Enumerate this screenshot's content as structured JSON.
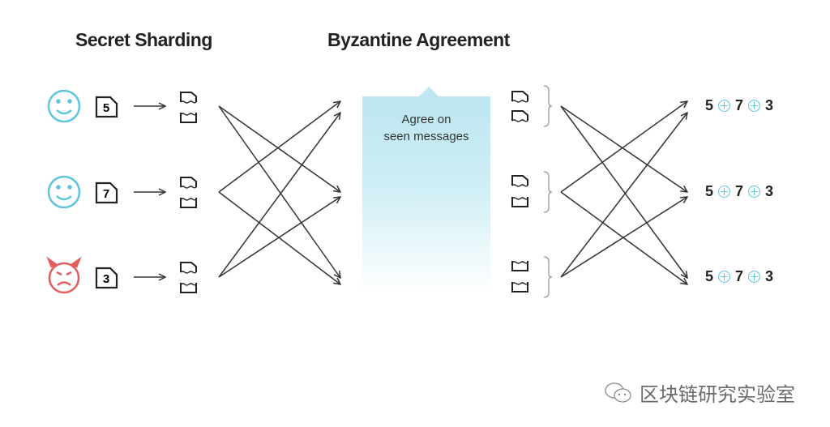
{
  "headers": {
    "secret_sharding": "Secret Sharding",
    "byzantine_agreement": "Byzantine Agreement"
  },
  "participants": [
    {
      "role": "honest",
      "face_icon": "smiley-face-icon",
      "secret": "5",
      "color": "#5ec6dc"
    },
    {
      "role": "honest",
      "face_icon": "smiley-face-icon",
      "secret": "7",
      "color": "#5ec6dc"
    },
    {
      "role": "malicious",
      "face_icon": "devil-face-icon",
      "secret": "3",
      "color": "#e35d5d"
    }
  ],
  "agreement_box": {
    "line1": "Agree on",
    "line2": "seen messages",
    "color": "#bde6f0"
  },
  "results": [
    {
      "a": "5",
      "b": "7",
      "c": "3"
    },
    {
      "a": "5",
      "b": "7",
      "c": "3"
    },
    {
      "a": "5",
      "b": "7",
      "c": "3"
    }
  ],
  "operator_icon": "circled-plus-icon",
  "accent_color": "#5ec6dc",
  "watermark": {
    "icon": "wechat-icon",
    "text": "区块链研究实验室"
  }
}
